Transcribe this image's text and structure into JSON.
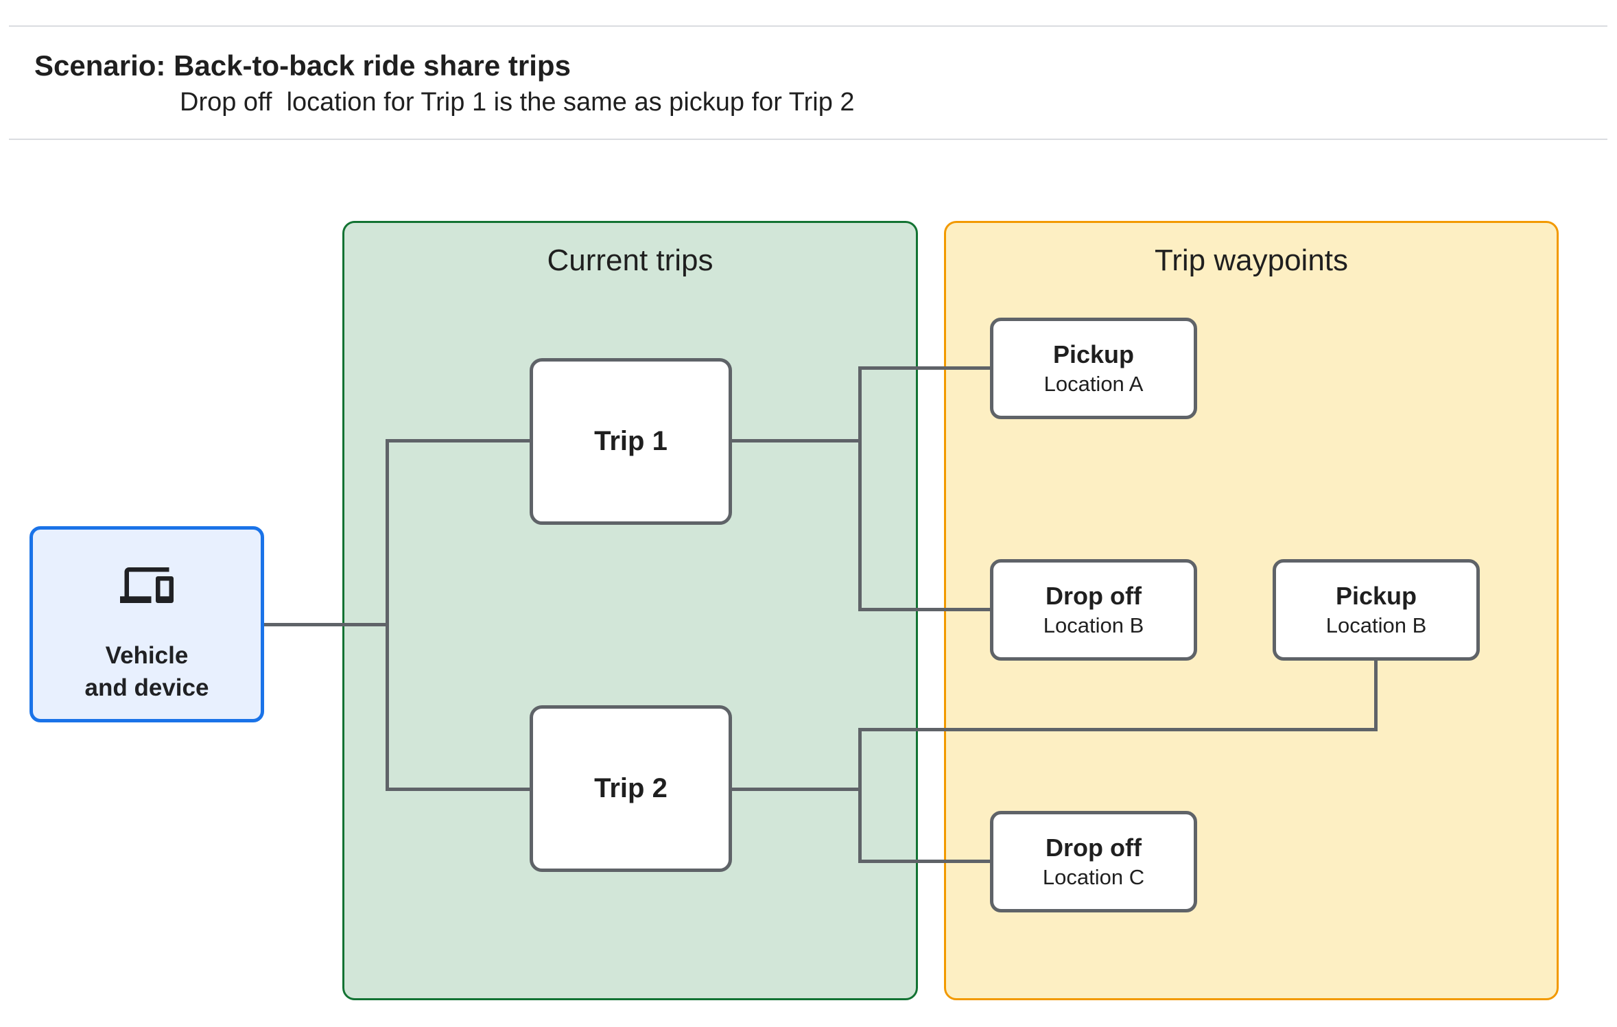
{
  "header": {
    "title": "Scenario: Back-to-back ride share trips",
    "subtitle": "Drop off  location for Trip 1 is the same as pickup for Trip 2"
  },
  "panels": {
    "current_trips": {
      "title": "Current trips"
    },
    "trip_waypoints": {
      "title": "Trip waypoints"
    }
  },
  "vehicle": {
    "line1": "Vehicle",
    "line2": "and device",
    "icon": "devices-icon"
  },
  "trips": [
    {
      "label": "Trip 1"
    },
    {
      "label": "Trip 2"
    }
  ],
  "waypoints": {
    "pickup_a": {
      "title": "Pickup",
      "subtitle": "Location A"
    },
    "dropoff_b": {
      "title": "Drop off",
      "subtitle": "Location B"
    },
    "pickup_b": {
      "title": "Pickup",
      "subtitle": "Location B"
    },
    "dropoff_c": {
      "title": "Drop off",
      "subtitle": "Location C"
    }
  },
  "colors": {
    "panel_green_fill": "#d2e6d8",
    "panel_green_border": "#137333",
    "panel_yellow_fill": "#fdefc3",
    "panel_yellow_border": "#f29900",
    "vehicle_fill": "#e8f0fe",
    "vehicle_border": "#1a73e8",
    "node_border": "#5f6368",
    "connector": "#5f6368",
    "hairline": "#dadce0",
    "text": "#1f1f1f",
    "icon": "#202124"
  }
}
